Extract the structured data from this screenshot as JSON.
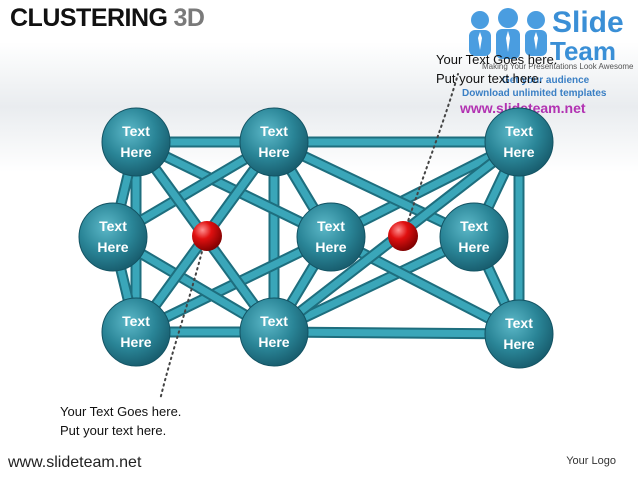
{
  "title": {
    "main": "CLUSTERING",
    "suffix": "3D"
  },
  "brand": {
    "name_top": "Slide",
    "name_bottom": "Team",
    "tagline": "Making Your Presentations Look Awesome",
    "line2": "Get your audience",
    "line3": "Download unlimited templates",
    "url": "www.slideteam.net"
  },
  "callout_top": {
    "line1": "Your Text Goes here.",
    "line2": "Put your text here."
  },
  "callout_bottom": {
    "line1": "Your Text Goes here.",
    "line2": "Put your text here."
  },
  "nodes": [
    {
      "line1": "Text",
      "line2": "Here"
    },
    {
      "line1": "Text",
      "line2": "Here"
    },
    {
      "line1": "Text",
      "line2": "Here"
    },
    {
      "line1": "Text",
      "line2": "Here"
    },
    {
      "line1": "Text",
      "line2": "Here"
    },
    {
      "line1": "Text",
      "line2": "Here"
    },
    {
      "line1": "Text",
      "line2": "Here"
    },
    {
      "line1": "Text",
      "line2": "Here"
    },
    {
      "line1": "Text",
      "line2": "Here"
    }
  ],
  "colors": {
    "node": "#2f8fa3",
    "rod": "#3aa6b9",
    "marker": "#dd0000"
  },
  "footer": {
    "url": "www.slideteam.net",
    "logo": "Your Logo"
  }
}
